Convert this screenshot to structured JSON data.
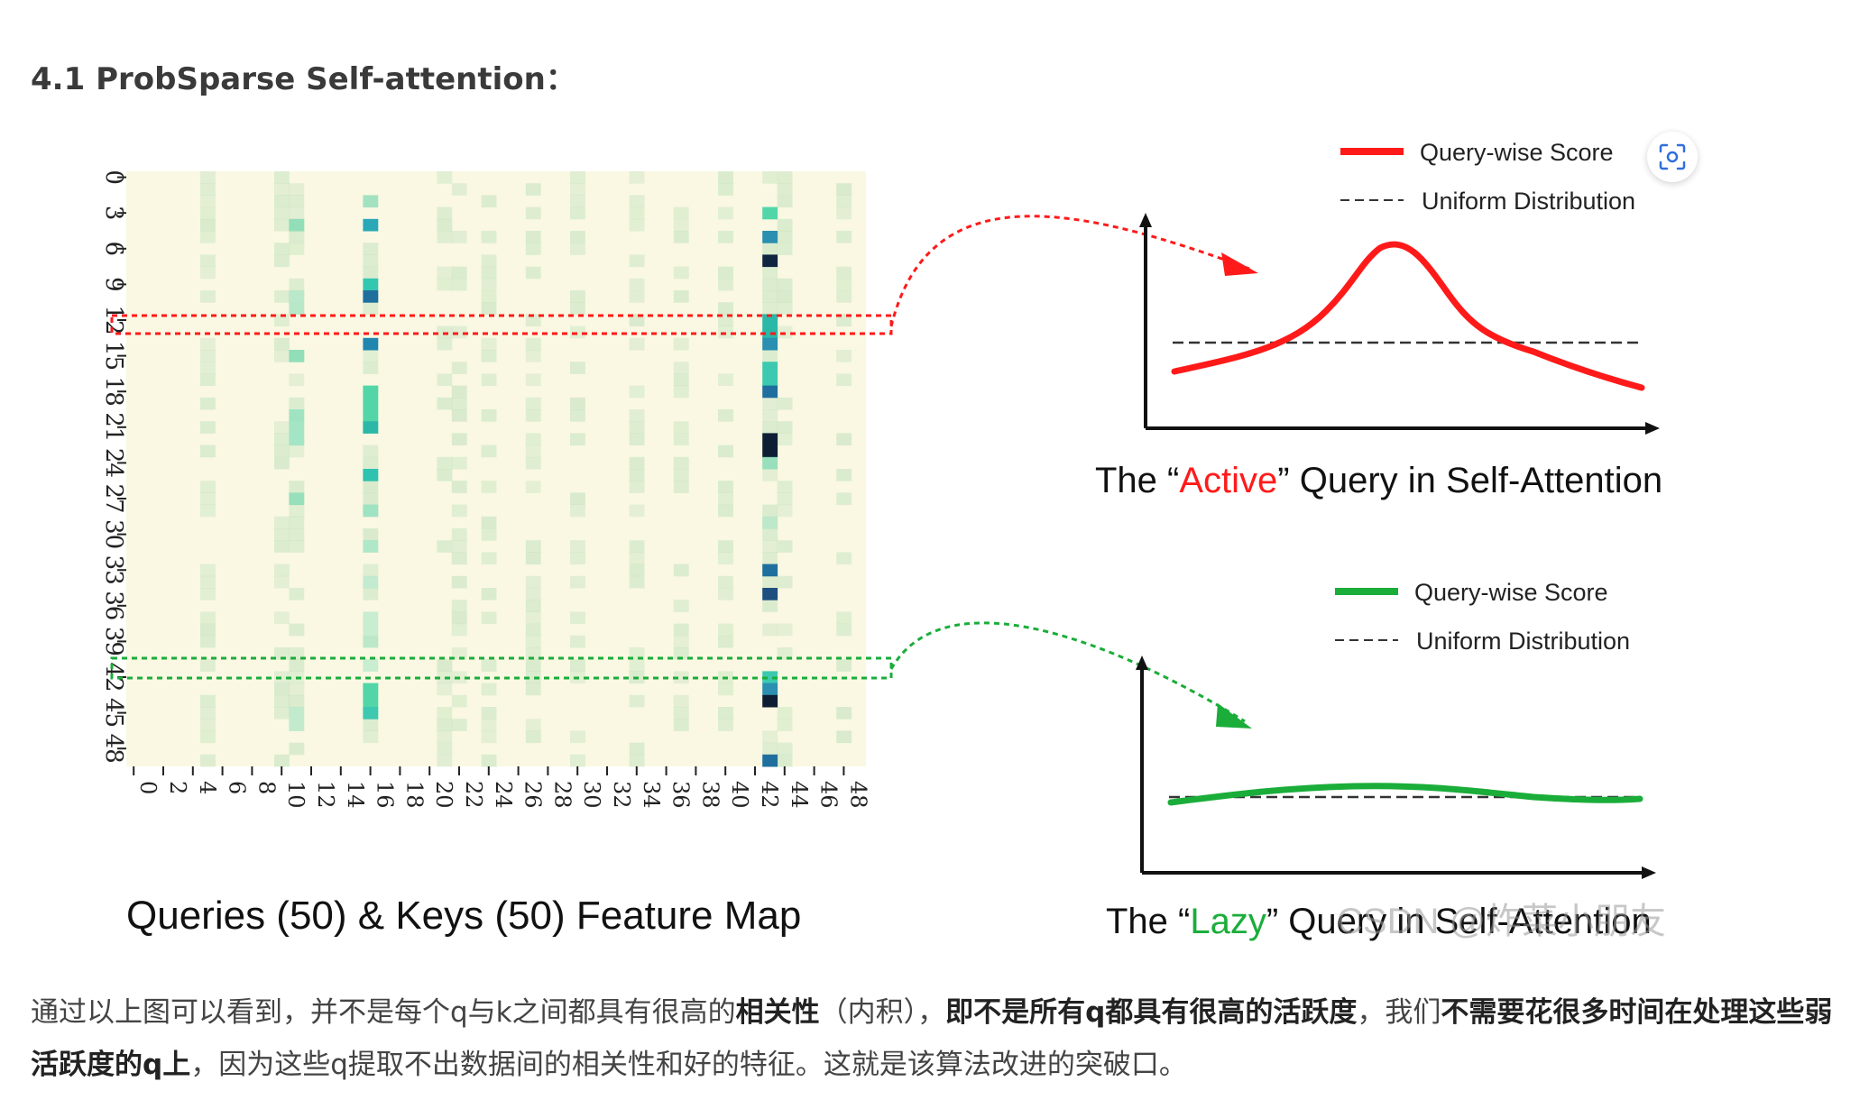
{
  "heading": "4.1 ProbSparse Self-attention：",
  "figure": {
    "heatmap": {
      "caption": "Queries (50) & Keys (50) Feature Map",
      "y_ticks": [
        "0",
        "3",
        "6",
        "9",
        "12",
        "15",
        "18",
        "21",
        "24",
        "27",
        "30",
        "33",
        "36",
        "39",
        "42",
        "45",
        "48"
      ],
      "x_ticks": [
        "0",
        "2",
        "4",
        "6",
        "8",
        "10",
        "12",
        "14",
        "16",
        "18",
        "20",
        "22",
        "24",
        "26",
        "28",
        "30",
        "32",
        "34",
        "36",
        "38",
        "40",
        "42",
        "44",
        "46",
        "48"
      ]
    },
    "active_panel": {
      "legend_score": "Query-wise Score",
      "legend_uniform": "Uniform Distribution",
      "caption_prefix": "The “",
      "caption_word": "Active",
      "caption_suffix": "” Query in Self-Attention",
      "color": "#ff1a1a"
    },
    "lazy_panel": {
      "legend_score": "Query-wise Score",
      "legend_uniform": "Uniform Distribution",
      "caption_prefix": "The “",
      "caption_word": "Lazy",
      "caption_suffix": "” Query in Self-Attention",
      "color": "#1aad3a"
    },
    "watermark": "CSDN @炸菜小朋友"
  },
  "paragraph": {
    "s1": "通过以上图可以看到，并不是每个q与k之间都具有很高的",
    "b1": "相关性",
    "s2": "（内积），",
    "b2": "即不是所有q都具有很高的活跃度",
    "s3": "，我们",
    "b3": "不需要花很多时间在处理这些弱活跃度的q上",
    "s4": "，因为这些q提取不出数据间的相关性和好的特征。这就是该算法改进的突破口。"
  },
  "icons": {
    "scan": "scan-text-icon"
  }
}
